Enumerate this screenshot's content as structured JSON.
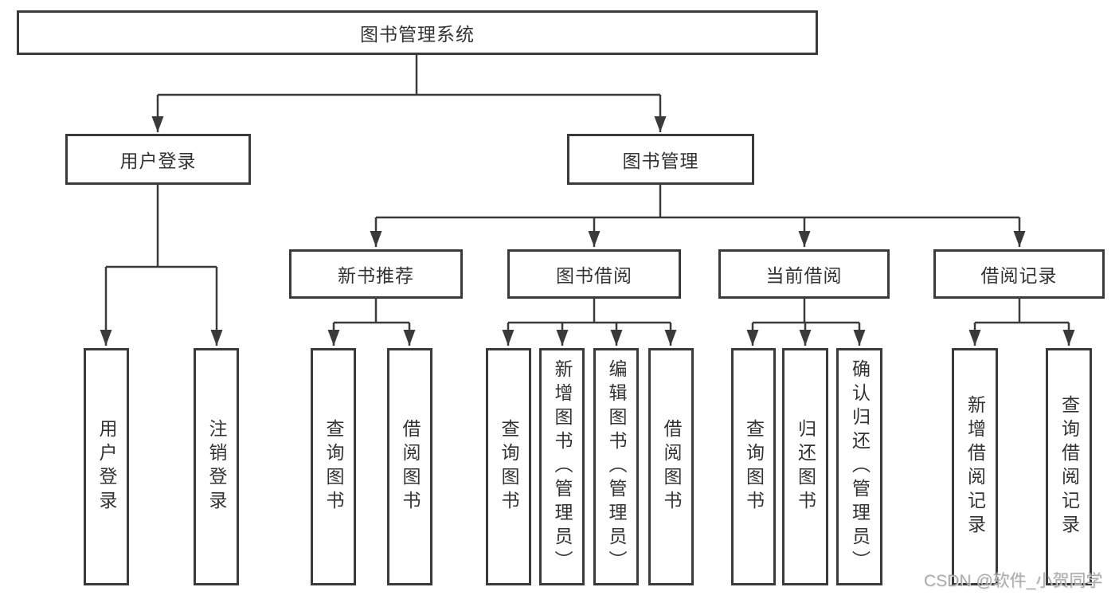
{
  "diagram_type": "hierarchy-tree",
  "colors": {
    "line": "#3a3a3a",
    "box_border": "#3a3a3a",
    "text": "#333333",
    "background": "#ffffff",
    "watermark_text": "#a3a3a3"
  },
  "watermark": "CSDN @软件_小贺同学",
  "nodes": {
    "root": "图书管理系统",
    "user_login": "用户登录",
    "book_mgmt": "图书管理",
    "new_book_rec": "新书推荐",
    "book_borrow": "图书借阅",
    "current_borrow": "当前借阅",
    "borrow_records": "借阅记录",
    "user_login_leaf": "用户登录",
    "logout_leaf": "注销登录",
    "nb_query_books": "查询图书",
    "nb_borrow_books": "借阅图书",
    "bb_query_books": "查询图书",
    "bb_add_books": "新增图书（管理员）",
    "bb_edit_books": "编辑图书（管理员）",
    "bb_borrow_books": "借阅图书",
    "cb_query_books": "查询图书",
    "cb_return_books": "归还图书",
    "cb_confirm_return": "确认归还（管理员）",
    "br_add_record": "新增借阅记录",
    "br_query_record": "查询借阅记录"
  },
  "hierarchy": {
    "root": [
      "user_login",
      "book_mgmt"
    ],
    "user_login": [
      "user_login_leaf",
      "logout_leaf"
    ],
    "book_mgmt": [
      "new_book_rec",
      "book_borrow",
      "current_borrow",
      "borrow_records"
    ],
    "new_book_rec": [
      "nb_query_books",
      "nb_borrow_books"
    ],
    "book_borrow": [
      "bb_query_books",
      "bb_add_books",
      "bb_edit_books",
      "bb_borrow_books"
    ],
    "current_borrow": [
      "cb_query_books",
      "cb_return_books",
      "cb_confirm_return"
    ],
    "borrow_records": [
      "br_add_record",
      "br_query_record"
    ]
  }
}
